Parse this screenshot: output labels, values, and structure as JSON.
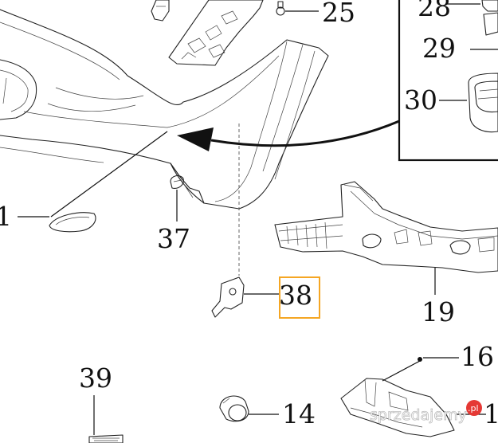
{
  "callouts": {
    "c25": "25",
    "c28": "28",
    "c29": "29",
    "c30": "30",
    "c1_left": "1",
    "c37": "37",
    "c38": "38",
    "c19": "19",
    "c16": "16",
    "c39": "39",
    "c14": "14",
    "c1_right": "1"
  },
  "highlight_color": "#f5a623",
  "watermark": {
    "text": "sprzedajemy",
    "suffix": ".pl",
    "dot_color": "#e53935"
  }
}
